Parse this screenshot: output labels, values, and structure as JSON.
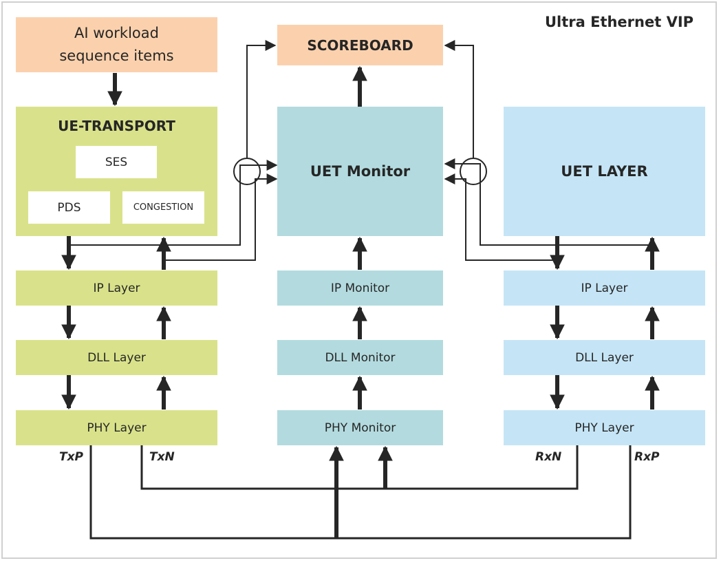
{
  "title": "Ultra Ethernet VIP",
  "colors": {
    "orange": "#fbd1ad",
    "green": "#d9e28a",
    "teal": "#b3dbdf",
    "blue": "#c5e5f6",
    "line": "#262626"
  },
  "left": {
    "sequence_items": "AI workload\nsequence items",
    "transport": {
      "title": "UE-TRANSPORT",
      "ses": "SES",
      "pds": "PDS",
      "congestion": "CONGESTION"
    },
    "ip": "IP Layer",
    "dll": "DLL Layer",
    "phy": "PHY Layer",
    "txp": "TxP",
    "txn": "TxN"
  },
  "center": {
    "scoreboard": "SCOREBOARD",
    "monitor": "UET Monitor",
    "ip": "IP Monitor",
    "dll": "DLL Monitor",
    "phy": "PHY Monitor"
  },
  "right": {
    "uet_layer": "UET LAYER",
    "ip": "IP Layer",
    "dll": "DLL Layer",
    "phy": "PHY Layer",
    "rxn": "RxN",
    "rxp": "RxP"
  }
}
